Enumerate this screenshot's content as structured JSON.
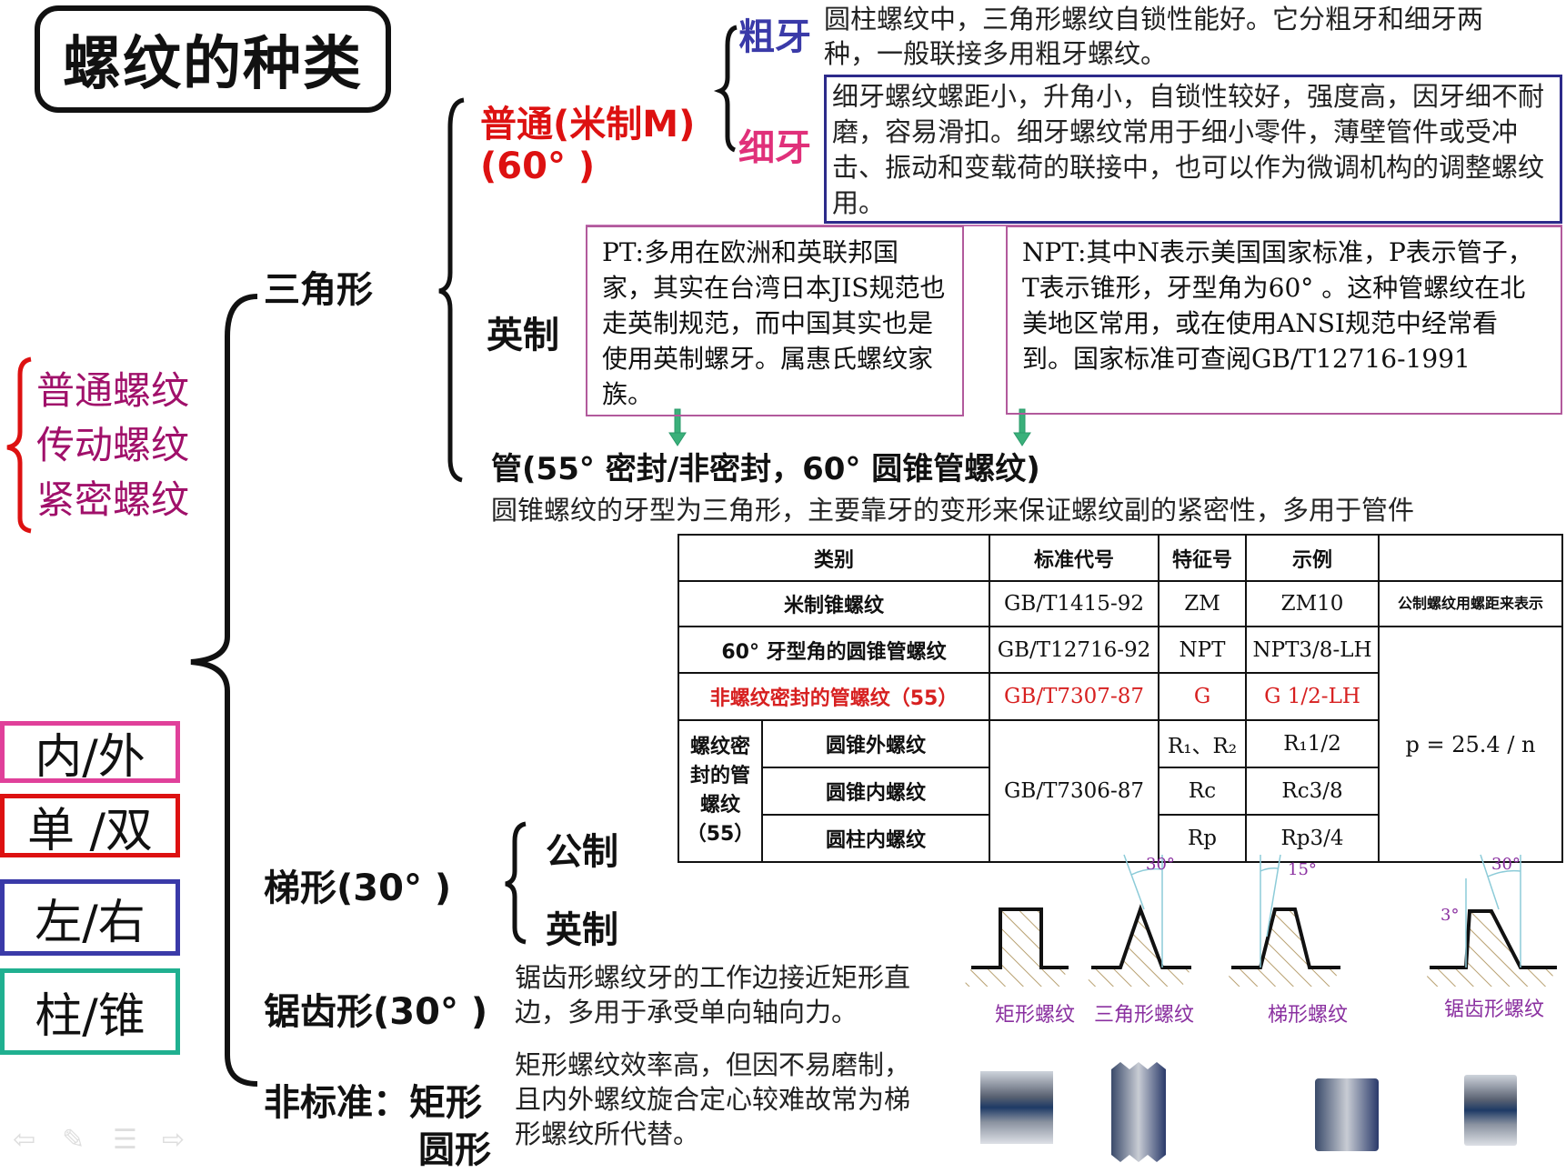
{
  "title": "螺纹的种类",
  "purpose_list": {
    "items": [
      "普通螺纹",
      "传动螺纹",
      "紧密螺纹"
    ],
    "color": "#a0106a",
    "brace_color": "#dd1111"
  },
  "attribute_boxes": [
    {
      "label": "内/外",
      "color": "#e0409a"
    },
    {
      "label": "单 /双",
      "color": "#dd1111"
    },
    {
      "label": "左/右",
      "color": "#3a3aa8"
    },
    {
      "label": "柱/锥",
      "color": "#20b090"
    }
  ],
  "profiles": {
    "triangle": {
      "label": "三角形",
      "metric": {
        "label_line1": "普通(米制M)",
        "label_line2": "(60°  )",
        "coarse": {
          "label": "粗牙",
          "text": "圆柱螺纹中，三角形螺纹自锁性能好。它分粗牙和细牙两种，一般联接多用粗牙螺纹。"
        },
        "fine": {
          "label": "细牙",
          "text": "细牙螺纹螺距小，升角小，自锁性较好，强度高，因牙细不耐磨，容易滑扣。细牙螺纹常用于细小零件，薄壁管件或受冲击、振动和变载荷的联接中，也可以作为微调机构的调整螺纹用。"
        }
      },
      "imperial": {
        "label": "英制",
        "pt_text": "PT:多用在欧洲和英联邦国家，其实在台湾日本JIS规范也走英制规范，而中国其实也是使用英制螺牙。属惠氏螺纹家族。",
        "npt_text": "NPT:其中N表示美国国家标准，P表示管子，T表示锥形，牙型角为60°  。这种管螺纹在北美地区常用，或在使用ANSI规范中经常看到。国家标准可查阅GB/T12716-1991"
      },
      "pipe": {
        "label": "管(55°  密封/非密封，60°  圆锥管螺纹)",
        "description": "圆锥螺纹的牙型为三角形，主要靠牙的变形来保证螺纹副的紧密性，多用于管件"
      }
    },
    "trapezoid": {
      "label": "梯形(30°  )",
      "sub": [
        "公制",
        "英制"
      ]
    },
    "sawtooth": {
      "label": "锯齿形(30°  )",
      "text": "锯齿形螺纹牙的工作边接近矩形直边，多用于承受单向轴向力。"
    },
    "nonstandard": {
      "label_prefix": "非标准：",
      "items": [
        "矩形",
        "圆形"
      ],
      "text": "矩形螺纹效率高，但因不易磨制，且内外螺纹旋合定心较难故常为梯形螺纹所代替。"
    }
  },
  "table": {
    "headers": [
      "类别",
      "标准代号",
      "特征号",
      "示例",
      ""
    ],
    "rows": [
      {
        "category": "米制锥螺纹",
        "standard": "GB/T1415-92",
        "code": "ZM",
        "example": "ZM10",
        "note": "公制螺纹用螺距来表示"
      },
      {
        "category": "60° 牙型角的圆锥管螺纹",
        "standard": "GB/T12716-92",
        "code": "NPT",
        "example": "NPT3/8-LH"
      },
      {
        "category": "非螺纹密封的管螺纹（55）",
        "standard": "GB/T7307-87",
        "code": "G",
        "example": "G  1/2-LH",
        "highlight": "#d72020"
      },
      {
        "group": "螺纹密封的管螺纹（55）",
        "category": "圆锥外螺纹",
        "standard": "GB/T7306-87",
        "code": "R₁、R₂",
        "example": "R₁1/2"
      },
      {
        "category": "圆锥内螺纹",
        "code": "Rc",
        "example": "Rc3/8"
      },
      {
        "category": "圆柱内螺纹",
        "code": "Rp",
        "example": "Rp3/4"
      }
    ],
    "formula": "p = 25.4 / n"
  },
  "thread_diagrams": {
    "profiles": [
      {
        "label": "矩形螺纹",
        "angle": ""
      },
      {
        "label": "三角形螺纹",
        "angle": "30°"
      },
      {
        "label": "梯形螺纹",
        "angle": "15°"
      },
      {
        "label": "锯齿形螺纹",
        "angle": "30°",
        "angle2": "3°"
      }
    ]
  },
  "nav": {
    "prev": "⇦",
    "pen": "✎",
    "menu": "☰",
    "next": "⇨"
  }
}
